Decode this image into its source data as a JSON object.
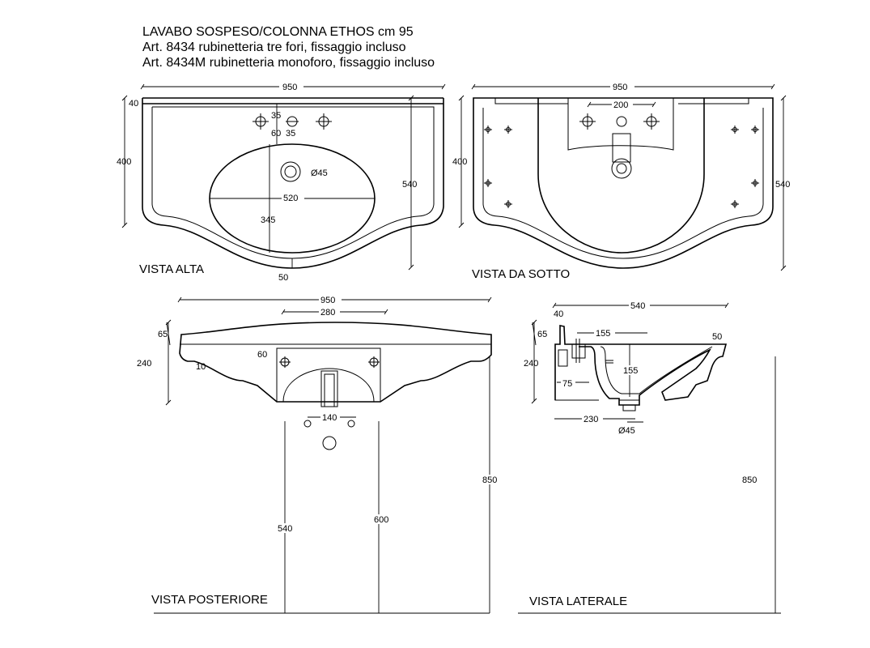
{
  "title": {
    "line1": "LAVABO SOSPESO/COLONNA ETHOS cm 95",
    "line2": "Art. 8434 rubinetteria tre fori, fissaggio incluso",
    "line3": "Art. 8434M rubinetteria monoforo, fissaggio incluso"
  },
  "views": {
    "top": {
      "label": "VISTA ALTA",
      "dims": {
        "width": "950",
        "rim": "40",
        "depth": "400",
        "total_depth": "540",
        "hole_offset": "35",
        "hole_to_basin": "60",
        "hole_dia": "35",
        "drain": "Ø45",
        "basin_width": "520",
        "basin_depth": "345",
        "front": "50"
      }
    },
    "bottom": {
      "label": "VISTA DA SOTTO",
      "dims": {
        "width": "950",
        "hole_spacing": "200",
        "depth": "400",
        "total_depth": "540"
      }
    },
    "rear": {
      "label": "VISTA POSTERIORE",
      "dims": {
        "width": "950",
        "column_width": "280",
        "rim": "65",
        "height": "240",
        "foot": "10",
        "slot": "60",
        "fix_spacing": "140",
        "h540": "540",
        "h600": "600",
        "h850": "850"
      }
    },
    "side": {
      "label": "VISTA LATERALE",
      "dims": {
        "depth": "540",
        "wall": "40",
        "rim": "65",
        "height": "240",
        "overflow": "155",
        "front": "50",
        "basin_depth": "155",
        "back": "75",
        "drain_pos": "230",
        "drain": "Ø45",
        "h850": "850"
      }
    }
  }
}
